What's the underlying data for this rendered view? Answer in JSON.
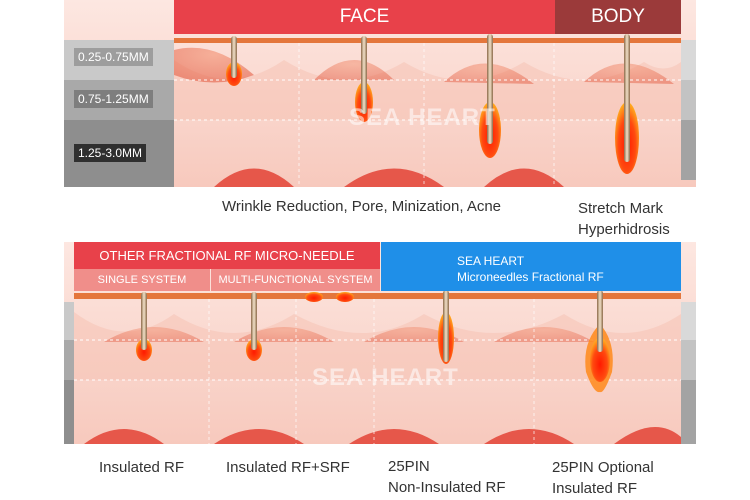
{
  "top": {
    "face_label": "FACE",
    "body_label": "BODY",
    "depths": [
      "0.25-0.75MM",
      "0.75-1.25MM",
      "1.25-3.0MM"
    ],
    "watermark": "SEA HEART",
    "captions": {
      "face": "Wrinkle Reduction, Pore, Minization, Acne",
      "body_line1": "Stretch Mark",
      "body_line2": "Hyperhidrosis"
    }
  },
  "bottom": {
    "other_title": "OTHER FRACTIONAL RF MICRO-NEEDLE",
    "single_system": "SINGLE SYSTEM",
    "multi_system": "MULTI-FUNCTIONAL SYSTEM",
    "seaheart_title": "SEA HEART",
    "seaheart_subtitle": "Microneedles Fractional RF",
    "watermark": "SEA HEART",
    "captions": {
      "c1": "Insulated RF",
      "c2": "Insulated RF+SRF",
      "c3_line1": "25PIN",
      "c3_line2": "Non-Insulated RF",
      "c4_line1": "25PIN Optional",
      "c4_line2": "Insulated RF"
    }
  },
  "colors": {
    "face_header": "#e8414a",
    "body_header": "#9b3a3a",
    "blue_header": "#1f8fe8",
    "skin_top": "#e07a4a",
    "heat": "#ff2a00"
  }
}
